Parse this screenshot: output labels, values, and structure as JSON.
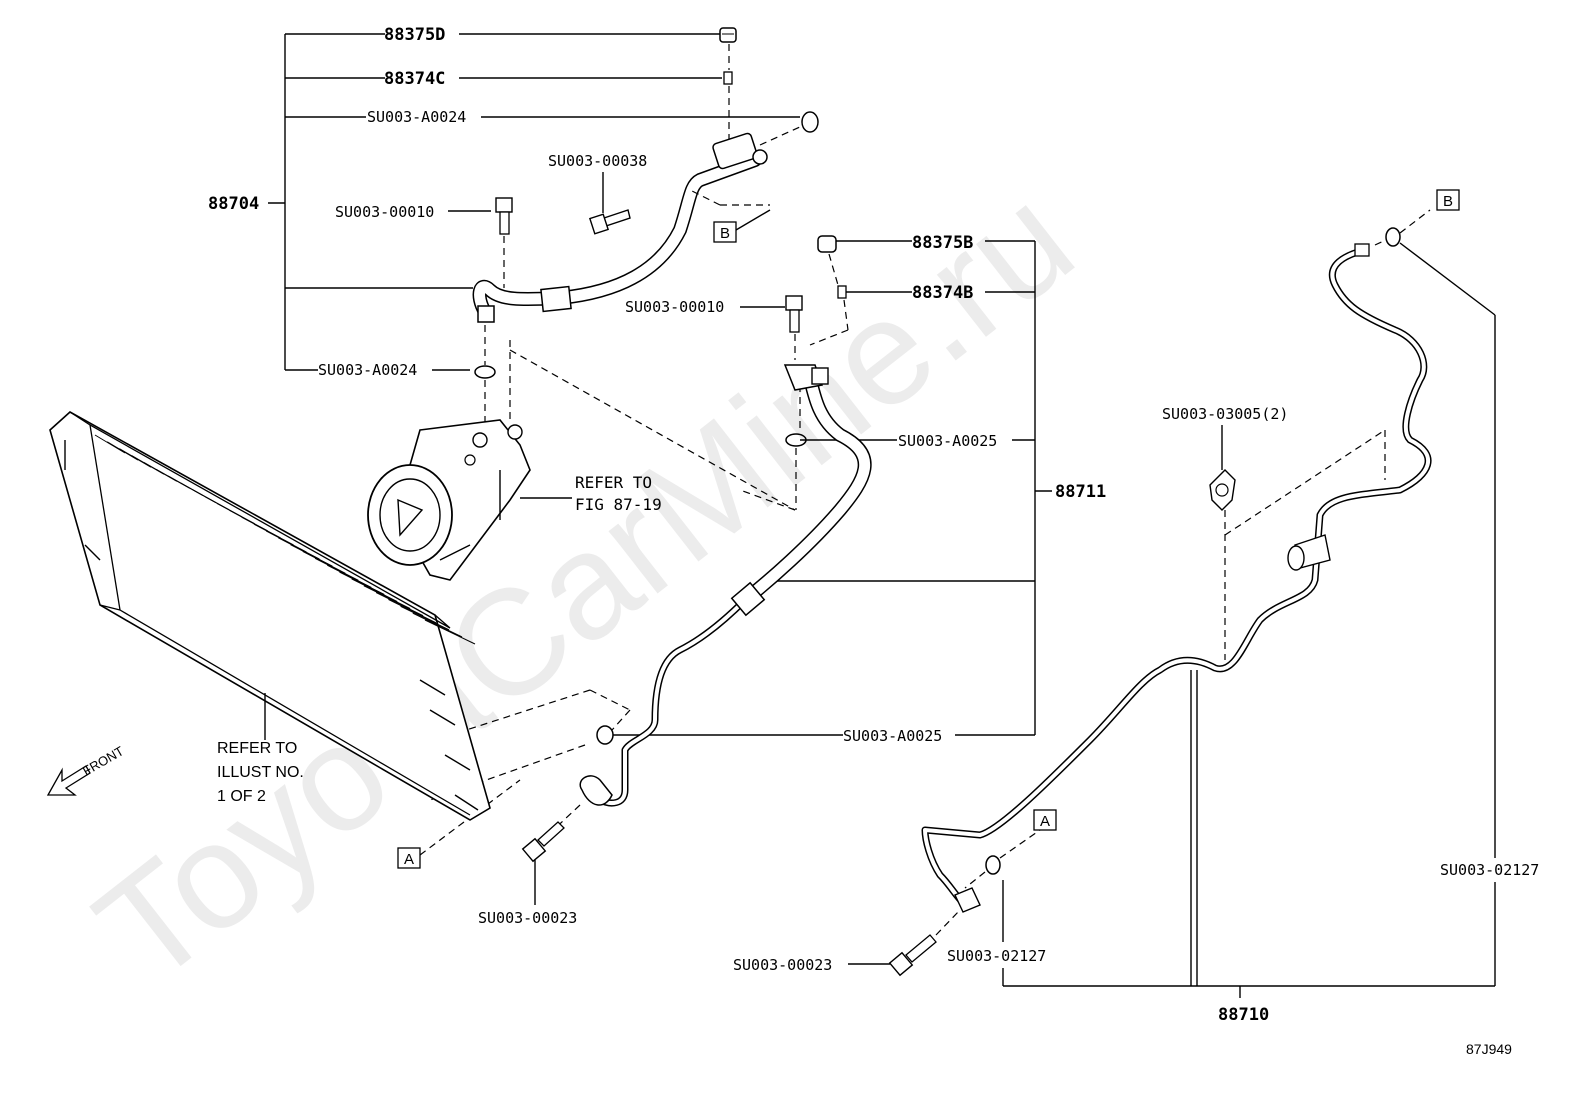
{
  "watermark": "ToyotaCarMine.ru",
  "figure_code": "87J949",
  "labels": {
    "p88375D": "88375D",
    "p88374C": "88374C",
    "su_a0024_top": "SU003-A0024",
    "su_00038": "SU003-00038",
    "p88704": "88704",
    "su_00010_left": "SU003-00010",
    "su_a0024_bottom": "SU003-A0024",
    "p88375B": "88375B",
    "p88374B": "88374B",
    "su_00010_mid": "SU003-00010",
    "su_a0025_top": "SU003-A0025",
    "p88711": "88711",
    "su_a0025_bottom": "SU003-A0025",
    "su_00023_left": "SU003-00023",
    "su_03005": "SU003-03005(2)",
    "su_02127_right": "SU003-02127",
    "su_00023_right": "SU003-00023",
    "su_02127_mid": "SU003-02127",
    "p88710": "88710"
  },
  "notes": {
    "compressor_ref_1": "REFER TO",
    "compressor_ref_2": "FIG 87-19",
    "condenser_ref_1": "REFER TO",
    "condenser_ref_2": "ILLUST NO.",
    "condenser_ref_3": "1 OF 2",
    "front": "FRONT"
  },
  "connectors": {
    "A": "A",
    "B": "B"
  }
}
